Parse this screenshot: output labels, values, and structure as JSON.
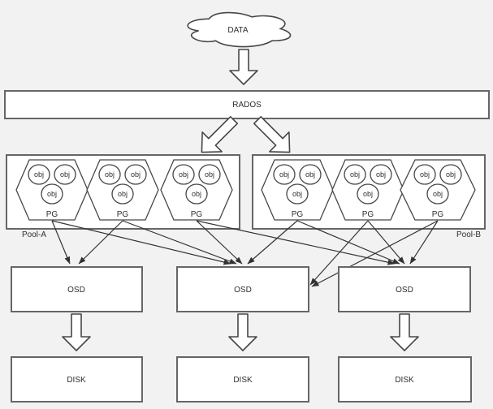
{
  "colors": {
    "background": "#f2f2f2",
    "box_fill": "#ffffff",
    "box_border": "#666666",
    "shape_stroke": "#474747",
    "text": "#2e2e2e",
    "connector": "#333333"
  },
  "cloud": {
    "label": "DATA"
  },
  "rados": {
    "label": "RADOS"
  },
  "pools": [
    {
      "name": "Pool-A",
      "pgs": [
        {
          "label": "PG",
          "objects": [
            "obj",
            "obj",
            "obj"
          ]
        },
        {
          "label": "PG",
          "objects": [
            "obj",
            "obj",
            "obj"
          ]
        },
        {
          "label": "PG",
          "objects": [
            "obj",
            "obj",
            "obj"
          ]
        }
      ]
    },
    {
      "name": "Pool-B",
      "pgs": [
        {
          "label": "PG",
          "objects": [
            "obj",
            "obj",
            "obj"
          ]
        },
        {
          "label": "PG",
          "objects": [
            "obj",
            "obj",
            "obj"
          ]
        },
        {
          "label": "PG",
          "objects": [
            "obj",
            "obj",
            "obj"
          ]
        }
      ]
    }
  ],
  "osds": [
    "OSD",
    "OSD",
    "OSD"
  ],
  "disks": [
    "DISK",
    "DISK",
    "DISK"
  ],
  "edges": [
    {
      "from": "pool-a-pg1",
      "to": "osd1",
      "points": [
        64,
        272,
        86,
        325
      ]
    },
    {
      "from": "pool-a-pg1",
      "to": "osd2",
      "points": [
        64,
        272,
        284,
        325
      ]
    },
    {
      "from": "pool-a-pg2",
      "to": "osd1",
      "points": [
        151,
        272,
        97,
        325
      ]
    },
    {
      "from": "pool-a-pg2",
      "to": "osd2",
      "points": [
        151,
        272,
        291,
        325
      ]
    },
    {
      "from": "pool-a-pg3",
      "to": "osd2",
      "points": [
        242,
        272,
        298,
        325
      ]
    },
    {
      "from": "pool-a-pg3",
      "to": "osd3",
      "points": [
        242,
        272,
        486,
        325
      ]
    },
    {
      "from": "pool-b-pg1",
      "to": "osd2",
      "points": [
        366,
        272,
        305,
        325
      ]
    },
    {
      "from": "pool-b-pg1",
      "to": "osd3",
      "points": [
        366,
        272,
        492,
        325
      ]
    },
    {
      "from": "pool-b-pg2",
      "to": "osd2",
      "points": [
        453,
        272,
        382,
        351
      ]
    },
    {
      "from": "pool-b-pg2",
      "to": "osd3",
      "points": [
        453,
        272,
        498,
        325
      ]
    },
    {
      "from": "pool-b-pg3",
      "to": "osd2",
      "points": [
        539,
        272,
        384,
        353
      ]
    },
    {
      "from": "pool-b-pg3",
      "to": "osd3",
      "points": [
        539,
        272,
        505,
        325
      ]
    }
  ]
}
